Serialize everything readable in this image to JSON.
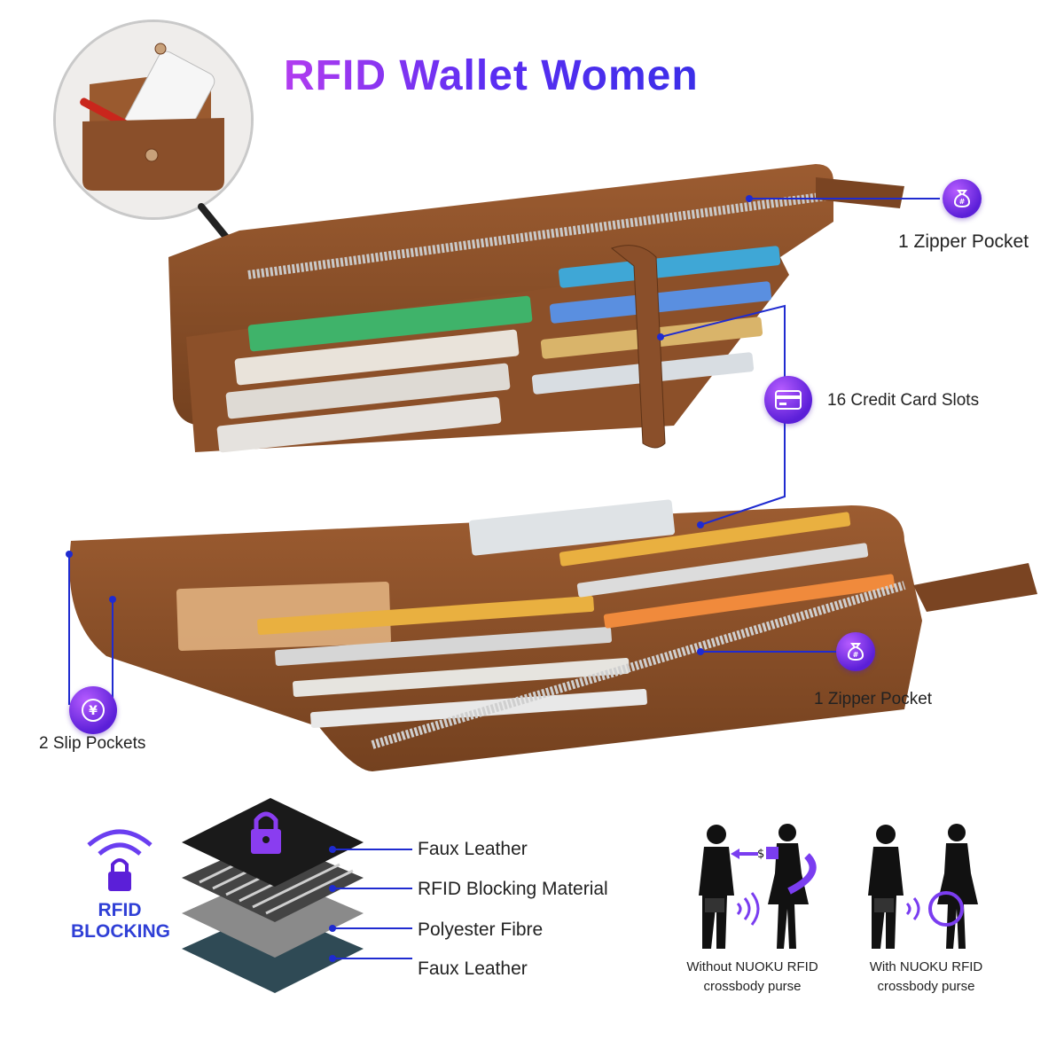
{
  "title": "RFID Wallet Women",
  "callouts": {
    "zipper_top": "1 Zipper Pocket",
    "card_slots": "16 Credit Card Slots",
    "zipper_bottom": "1 Zipper Pocket",
    "slip_pockets": "2 Slip Pockets"
  },
  "rfid_badge": {
    "line1": "RFID",
    "line2": "BLOCKING"
  },
  "layers": [
    "Faux Leather",
    "RFID Blocking Material",
    "Polyester Fibre",
    "Faux Leather"
  ],
  "comparison": {
    "without": {
      "line1": "Without NUOKU RFID",
      "line2": "crossbody purse"
    },
    "with": {
      "line1": "With NUOKU RFID",
      "line2": "crossbody purse"
    },
    "money_symbol": "$"
  },
  "icons": {
    "zipper": "money-bag-icon",
    "card": "credit-card-icon",
    "slip": "yen-coin-icon",
    "lock": "padlock-icon",
    "wifi": "signal-waves-icon"
  },
  "colors": {
    "accent": "#5b1fd8",
    "leather": "#8a4f2a",
    "line": "#1f2bd0"
  }
}
